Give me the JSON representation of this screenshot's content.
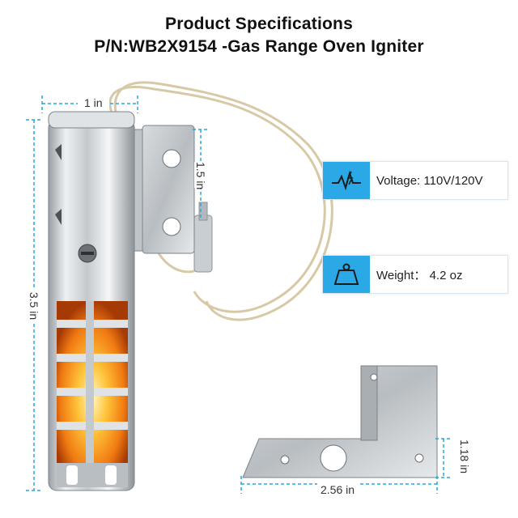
{
  "header": {
    "title_line1": "Product Specifications",
    "title_line2": "P/N:WB2X9154 -Gas Range Oven Igniter"
  },
  "dimensions": {
    "top_width": "1 in",
    "bracket_height": "1.5 in",
    "body_length": "3.5 in",
    "bracket_width": "2.56 in",
    "bracket_side": "1.18 in"
  },
  "specs": {
    "voltage": {
      "label": "Voltage:",
      "value": "110V/120V",
      "icon": "voltage-wave-icon"
    },
    "weight": {
      "label": "Weight：",
      "value": "4.2 oz",
      "icon": "weight-icon"
    }
  },
  "colors": {
    "accent": "#2aa9e6",
    "dim_line": "#29a6e0"
  }
}
